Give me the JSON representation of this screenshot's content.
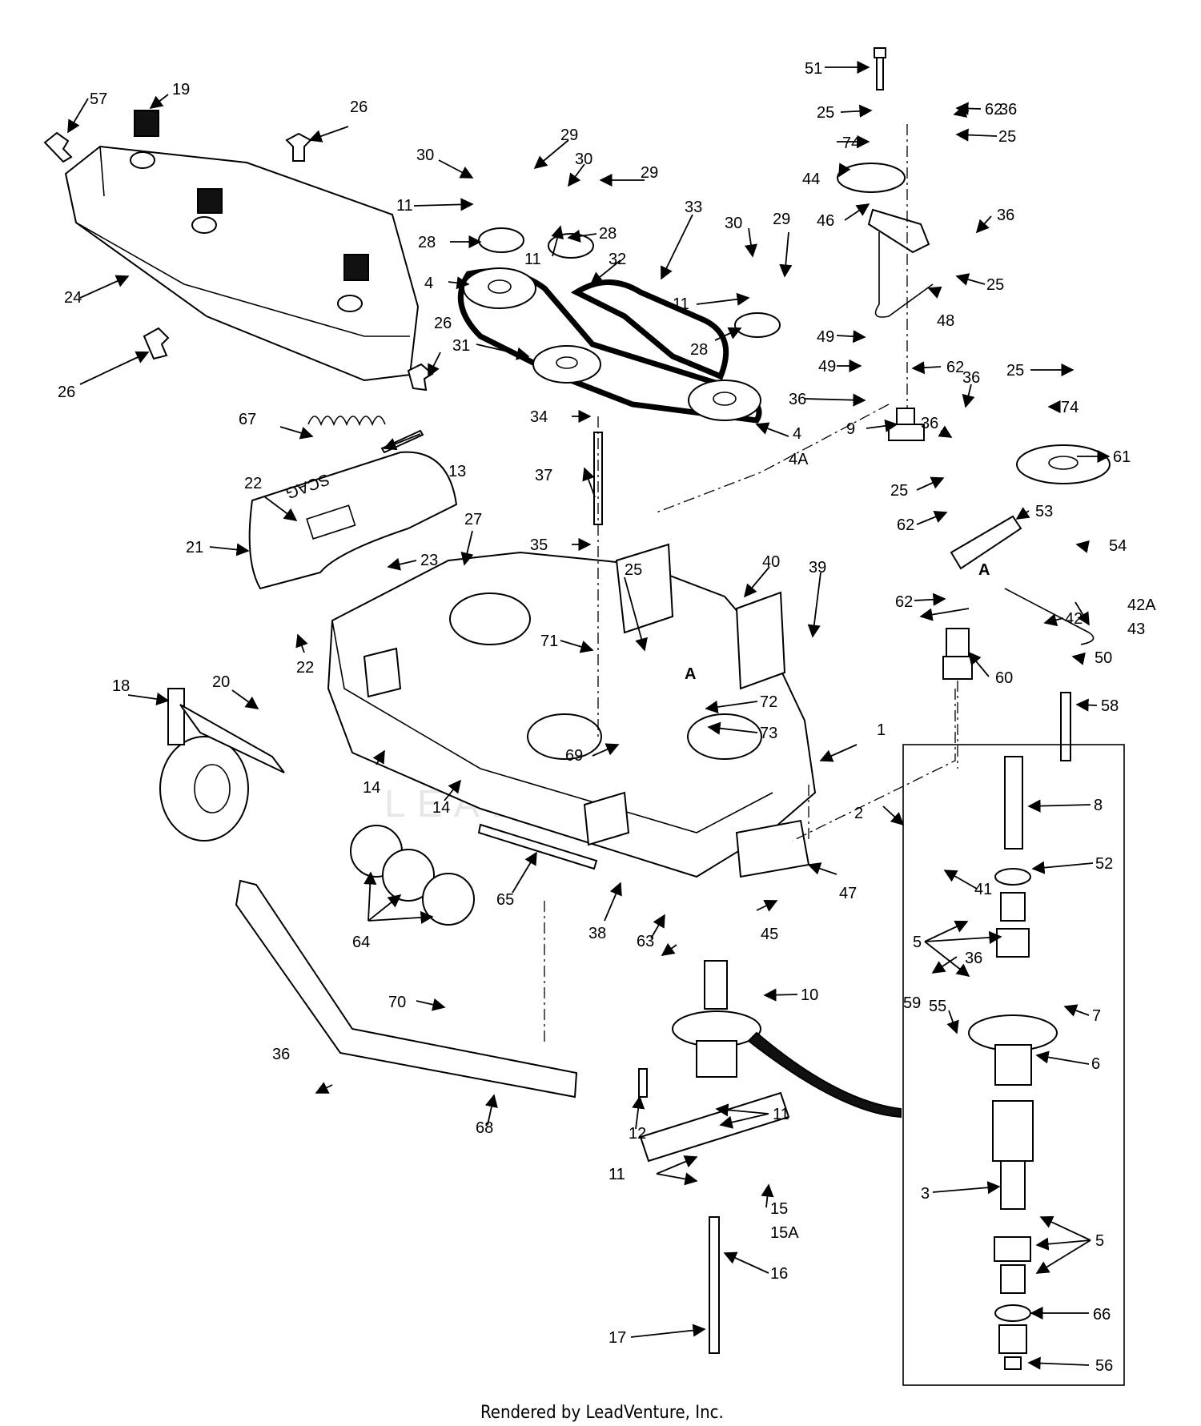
{
  "footer": "Rendered by LeadVenture, Inc.",
  "watermark": "LEADVENTURE",
  "deck_decal_text": "SCAG",
  "colors": {
    "ink": "#000000",
    "paper": "#ffffff",
    "watermark": "#bdbdbd"
  },
  "callouts": [
    {
      "text": "1"
    },
    {
      "text": "2"
    },
    {
      "text": "3"
    },
    {
      "text": "4"
    },
    {
      "text": "4"
    },
    {
      "text": "4A"
    },
    {
      "text": "5"
    },
    {
      "text": "5"
    },
    {
      "text": "6"
    },
    {
      "text": "7"
    },
    {
      "text": "8"
    },
    {
      "text": "9"
    },
    {
      "text": "10"
    },
    {
      "text": "11"
    },
    {
      "text": "11"
    },
    {
      "text": "11"
    },
    {
      "text": "11"
    },
    {
      "text": "11"
    },
    {
      "text": "11"
    },
    {
      "text": "12"
    },
    {
      "text": "13"
    },
    {
      "text": "14"
    },
    {
      "text": "14"
    },
    {
      "text": "15"
    },
    {
      "text": "15A"
    },
    {
      "text": "16"
    },
    {
      "text": "17"
    },
    {
      "text": "18"
    },
    {
      "text": "19"
    },
    {
      "text": "20"
    },
    {
      "text": "21"
    },
    {
      "text": "22"
    },
    {
      "text": "22"
    },
    {
      "text": "23"
    },
    {
      "text": "24"
    },
    {
      "text": "25"
    },
    {
      "text": "25"
    },
    {
      "text": "25"
    },
    {
      "text": "25"
    },
    {
      "text": "25"
    },
    {
      "text": "25"
    },
    {
      "text": "26"
    },
    {
      "text": "26"
    },
    {
      "text": "26"
    },
    {
      "text": "27"
    },
    {
      "text": "28"
    },
    {
      "text": "28"
    },
    {
      "text": "28"
    },
    {
      "text": "29"
    },
    {
      "text": "29"
    },
    {
      "text": "29"
    },
    {
      "text": "30"
    },
    {
      "text": "30"
    },
    {
      "text": "30"
    },
    {
      "text": "31"
    },
    {
      "text": "32"
    },
    {
      "text": "33"
    },
    {
      "text": "34"
    },
    {
      "text": "35"
    },
    {
      "text": "36"
    },
    {
      "text": "36"
    },
    {
      "text": "36"
    },
    {
      "text": "36"
    },
    {
      "text": "36"
    },
    {
      "text": "36"
    },
    {
      "text": "36"
    },
    {
      "text": "37"
    },
    {
      "text": "38"
    },
    {
      "text": "39"
    },
    {
      "text": "40"
    },
    {
      "text": "41"
    },
    {
      "text": "42"
    },
    {
      "text": "42A"
    },
    {
      "text": "43"
    },
    {
      "text": "44"
    },
    {
      "text": "45"
    },
    {
      "text": "46"
    },
    {
      "text": "47"
    },
    {
      "text": "48"
    },
    {
      "text": "49"
    },
    {
      "text": "49"
    },
    {
      "text": "50"
    },
    {
      "text": "51"
    },
    {
      "text": "52"
    },
    {
      "text": "53"
    },
    {
      "text": "54"
    },
    {
      "text": "55"
    },
    {
      "text": "56"
    },
    {
      "text": "57"
    },
    {
      "text": "58"
    },
    {
      "text": "59"
    },
    {
      "text": "60"
    },
    {
      "text": "61"
    },
    {
      "text": "62"
    },
    {
      "text": "62"
    },
    {
      "text": "62"
    },
    {
      "text": "62"
    },
    {
      "text": "63"
    },
    {
      "text": "64"
    },
    {
      "text": "65"
    },
    {
      "text": "66"
    },
    {
      "text": "67"
    },
    {
      "text": "68"
    },
    {
      "text": "69"
    },
    {
      "text": "70"
    },
    {
      "text": "71"
    },
    {
      "text": "72"
    },
    {
      "text": "73"
    },
    {
      "text": "74"
    },
    {
      "text": "74"
    },
    {
      "text": "A"
    },
    {
      "text": "A"
    }
  ]
}
